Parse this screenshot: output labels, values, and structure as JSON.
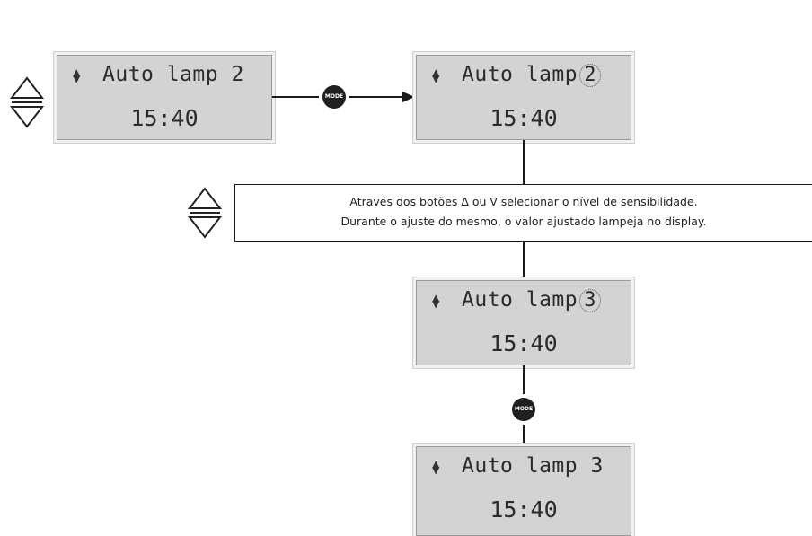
{
  "displays": [
    {
      "line1": "Auto lamp 2",
      "time": "15:40"
    },
    {
      "line1_prefix": "Auto lamp",
      "highlight": "2",
      "time": "15:40"
    },
    {
      "line1_prefix": "Auto lamp",
      "highlight": "3",
      "time": "15:40"
    },
    {
      "line1": "Auto lamp 3",
      "time": "15:40"
    }
  ],
  "mode_label": "MODE",
  "note": {
    "line1": "Através dos botões Δ ou ∇ selecionar o nível de sensibilidade.",
    "line2": "Durante o ajuste do mesmo, o valor ajustado lampeja no display."
  }
}
